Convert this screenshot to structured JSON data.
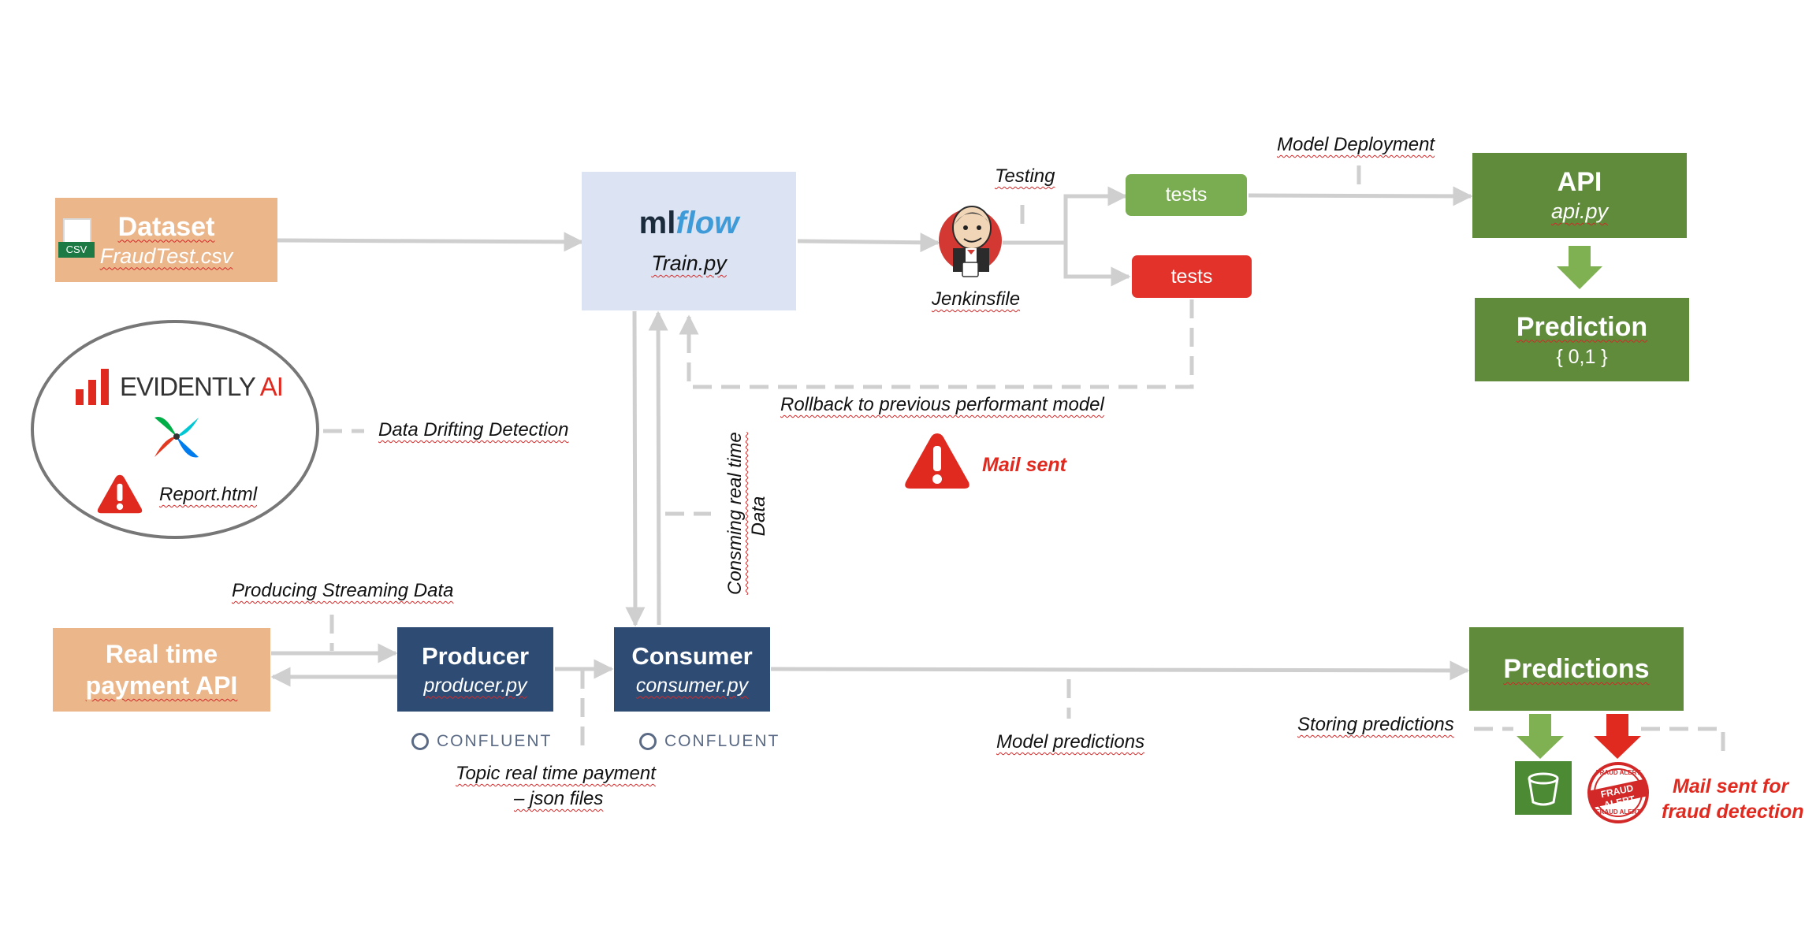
{
  "dataset": {
    "title": "Dataset",
    "file": "FraudTest.csv",
    "csv_badge": "CSV"
  },
  "mlflow": {
    "logo_ml": "ml",
    "logo_flow": "flow",
    "file": "Train.py"
  },
  "jenkins": {
    "label": "Jenkinsfile"
  },
  "testing_label": "Testing",
  "tests_pass": {
    "label": "tests",
    "color": "#7aac51"
  },
  "tests_fail": {
    "label": "tests",
    "color": "#e3322a"
  },
  "model_deployment_label": "Model Deployment",
  "api": {
    "title": "API",
    "file": "api.py"
  },
  "prediction": {
    "title": "Prediction",
    "values": "{ 0,1 }"
  },
  "rollback_label": "Rollback to previous performant model",
  "mail_sent": "Mail sent",
  "evidently": {
    "brand": "EVIDENTLY",
    "brand_ai": "AI",
    "report": "Report.html"
  },
  "data_drifting_label": "Data Drifting Detection",
  "consuming_label_1": "Consming real time",
  "consuming_label_2": "Data",
  "producing_label": "Producing Streaming Data",
  "realtime": {
    "title_1": "Real time",
    "title_2": "payment API"
  },
  "producer": {
    "title": "Producer",
    "file": "producer.py"
  },
  "consumer": {
    "title": "Consumer",
    "file": "consumer.py"
  },
  "confluent": "CONFLUENT",
  "topic_label_1": "Topic real  time payment",
  "topic_label_2": "– json files",
  "model_predictions_label": "Model predictions",
  "predictions": {
    "title": "Predictions"
  },
  "storing_label": "Storing predictions",
  "fraud_stamp": {
    "top": "FRAUD ALERT",
    "middle": "FRAUD ALERT",
    "bottom": "FRAUD ALERT"
  },
  "mail_fraud_1": "Mail sent for",
  "mail_fraud_2": "fraud detection",
  "colors": {
    "peach": "#ebb68a",
    "navy": "#2e4b74",
    "green": "#5f8b3b",
    "arrow": "#cfcfcf",
    "alert_red": "#e02a20"
  }
}
